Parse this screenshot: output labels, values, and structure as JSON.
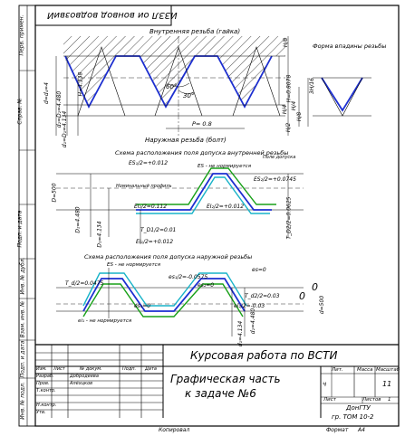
{
  "top_stamp": "ИЗЗЛ ои вонвод водвозвиИ",
  "side_labels": {
    "perv_prim": "Перв. примен.",
    "sprav_no": "Справ. №",
    "podp_data_1": "Подп. и дата",
    "inv_dubl": "Инв. № дубл.",
    "vzam_inv": "Взам. инв. №",
    "podp_data_2": "Подп. и дата",
    "inv_podl": "Инв. № подл."
  },
  "thread_section": {
    "inner_thread_label": "Внутренняя резьба (гайка)",
    "outer_thread_label": "Наружная резьба (болт)",
    "root_form_label": "Форма впадины резьбы",
    "dims": {
      "d4": "d=d₄=4",
      "d2": "d₂=D₂=4.480",
      "d1": "d₁=D₁=4.134",
      "h_ratio": "H/8",
      "h": "H=4.338",
      "h_full": "H=0.8078",
      "h4": "H/4",
      "h2": "H/2",
      "angle60": "60°",
      "angle30": "30°",
      "pitch": "P= 0.8",
      "root_h": "3H/16",
      "root_h4": "H/4",
      "root_h8": "H/8"
    }
  },
  "tolerance_inner": {
    "title": "Схема расположения поля допуска внутренней резьбы",
    "es": "ES - не нормируется",
    "es1": "ES₁/2=+0.012",
    "ei_half": "EI₂/2=0.112",
    "es2": "ES₂/2=+0.0745",
    "ei2": "EI₂/2=+0.012",
    "td1": "T_D1/2=0.01",
    "tdy": "T_D2/2=0.0625",
    "ei": "EI₁/2=+0.012",
    "nominal": "Номинальный профиль",
    "field": "Поле допуска",
    "d500": "D=500",
    "d2v": "D₂=4.480",
    "d1v": "D₁=4.134"
  },
  "tolerance_outer": {
    "title": "Схема расположения поля допуска наружной резьбы",
    "es": "ES - не нормируется",
    "esd": "es=0",
    "es1": "es₁/2=-0.0575",
    "es2": "es₂=0",
    "td": "T_d/2=0.0475",
    "td2": "T_d2/2=0.03",
    "ei2": "ei₂/2=-0.03",
    "es1v": "es₁=0",
    "ei1": "ei₁ - не нормируется",
    "d500": "d=500",
    "d2": "d₂=4.480",
    "d1": "d₁=4.134",
    "z1": "0",
    "z2": "0"
  },
  "title_block": {
    "project": "Курсовая работа по ВСТИ",
    "doc_name_line1": "Графическая часть",
    "doc_name_line2": "к задаче №6",
    "lit_label": "Лит.",
    "mass_label": "Масса",
    "scale_label": "Масштаб",
    "scale_value": "11",
    "sheet_label": "Лист",
    "sheets_label": "Листов",
    "sheets_value": "1",
    "org_line1": "ДонГТУ",
    "org_line2": "гр. ТОМ 10-2",
    "izm": "Изм.",
    "list": "Лист",
    "doc_no": "№ докум.",
    "podp": "Подп.",
    "data": "Дата",
    "razrab": "Разраб.",
    "prov": "Пров.",
    "tkontr": "Т.контр.",
    "nkontr": "Н.контр.",
    "utv": "Утв.",
    "razrab_name": "Добродеева",
    "prov_name": "Алёхцков",
    "ch_value": "Ч"
  },
  "footer": {
    "copied": "Копировал",
    "format_label": "Формат",
    "format_value": "А4"
  }
}
